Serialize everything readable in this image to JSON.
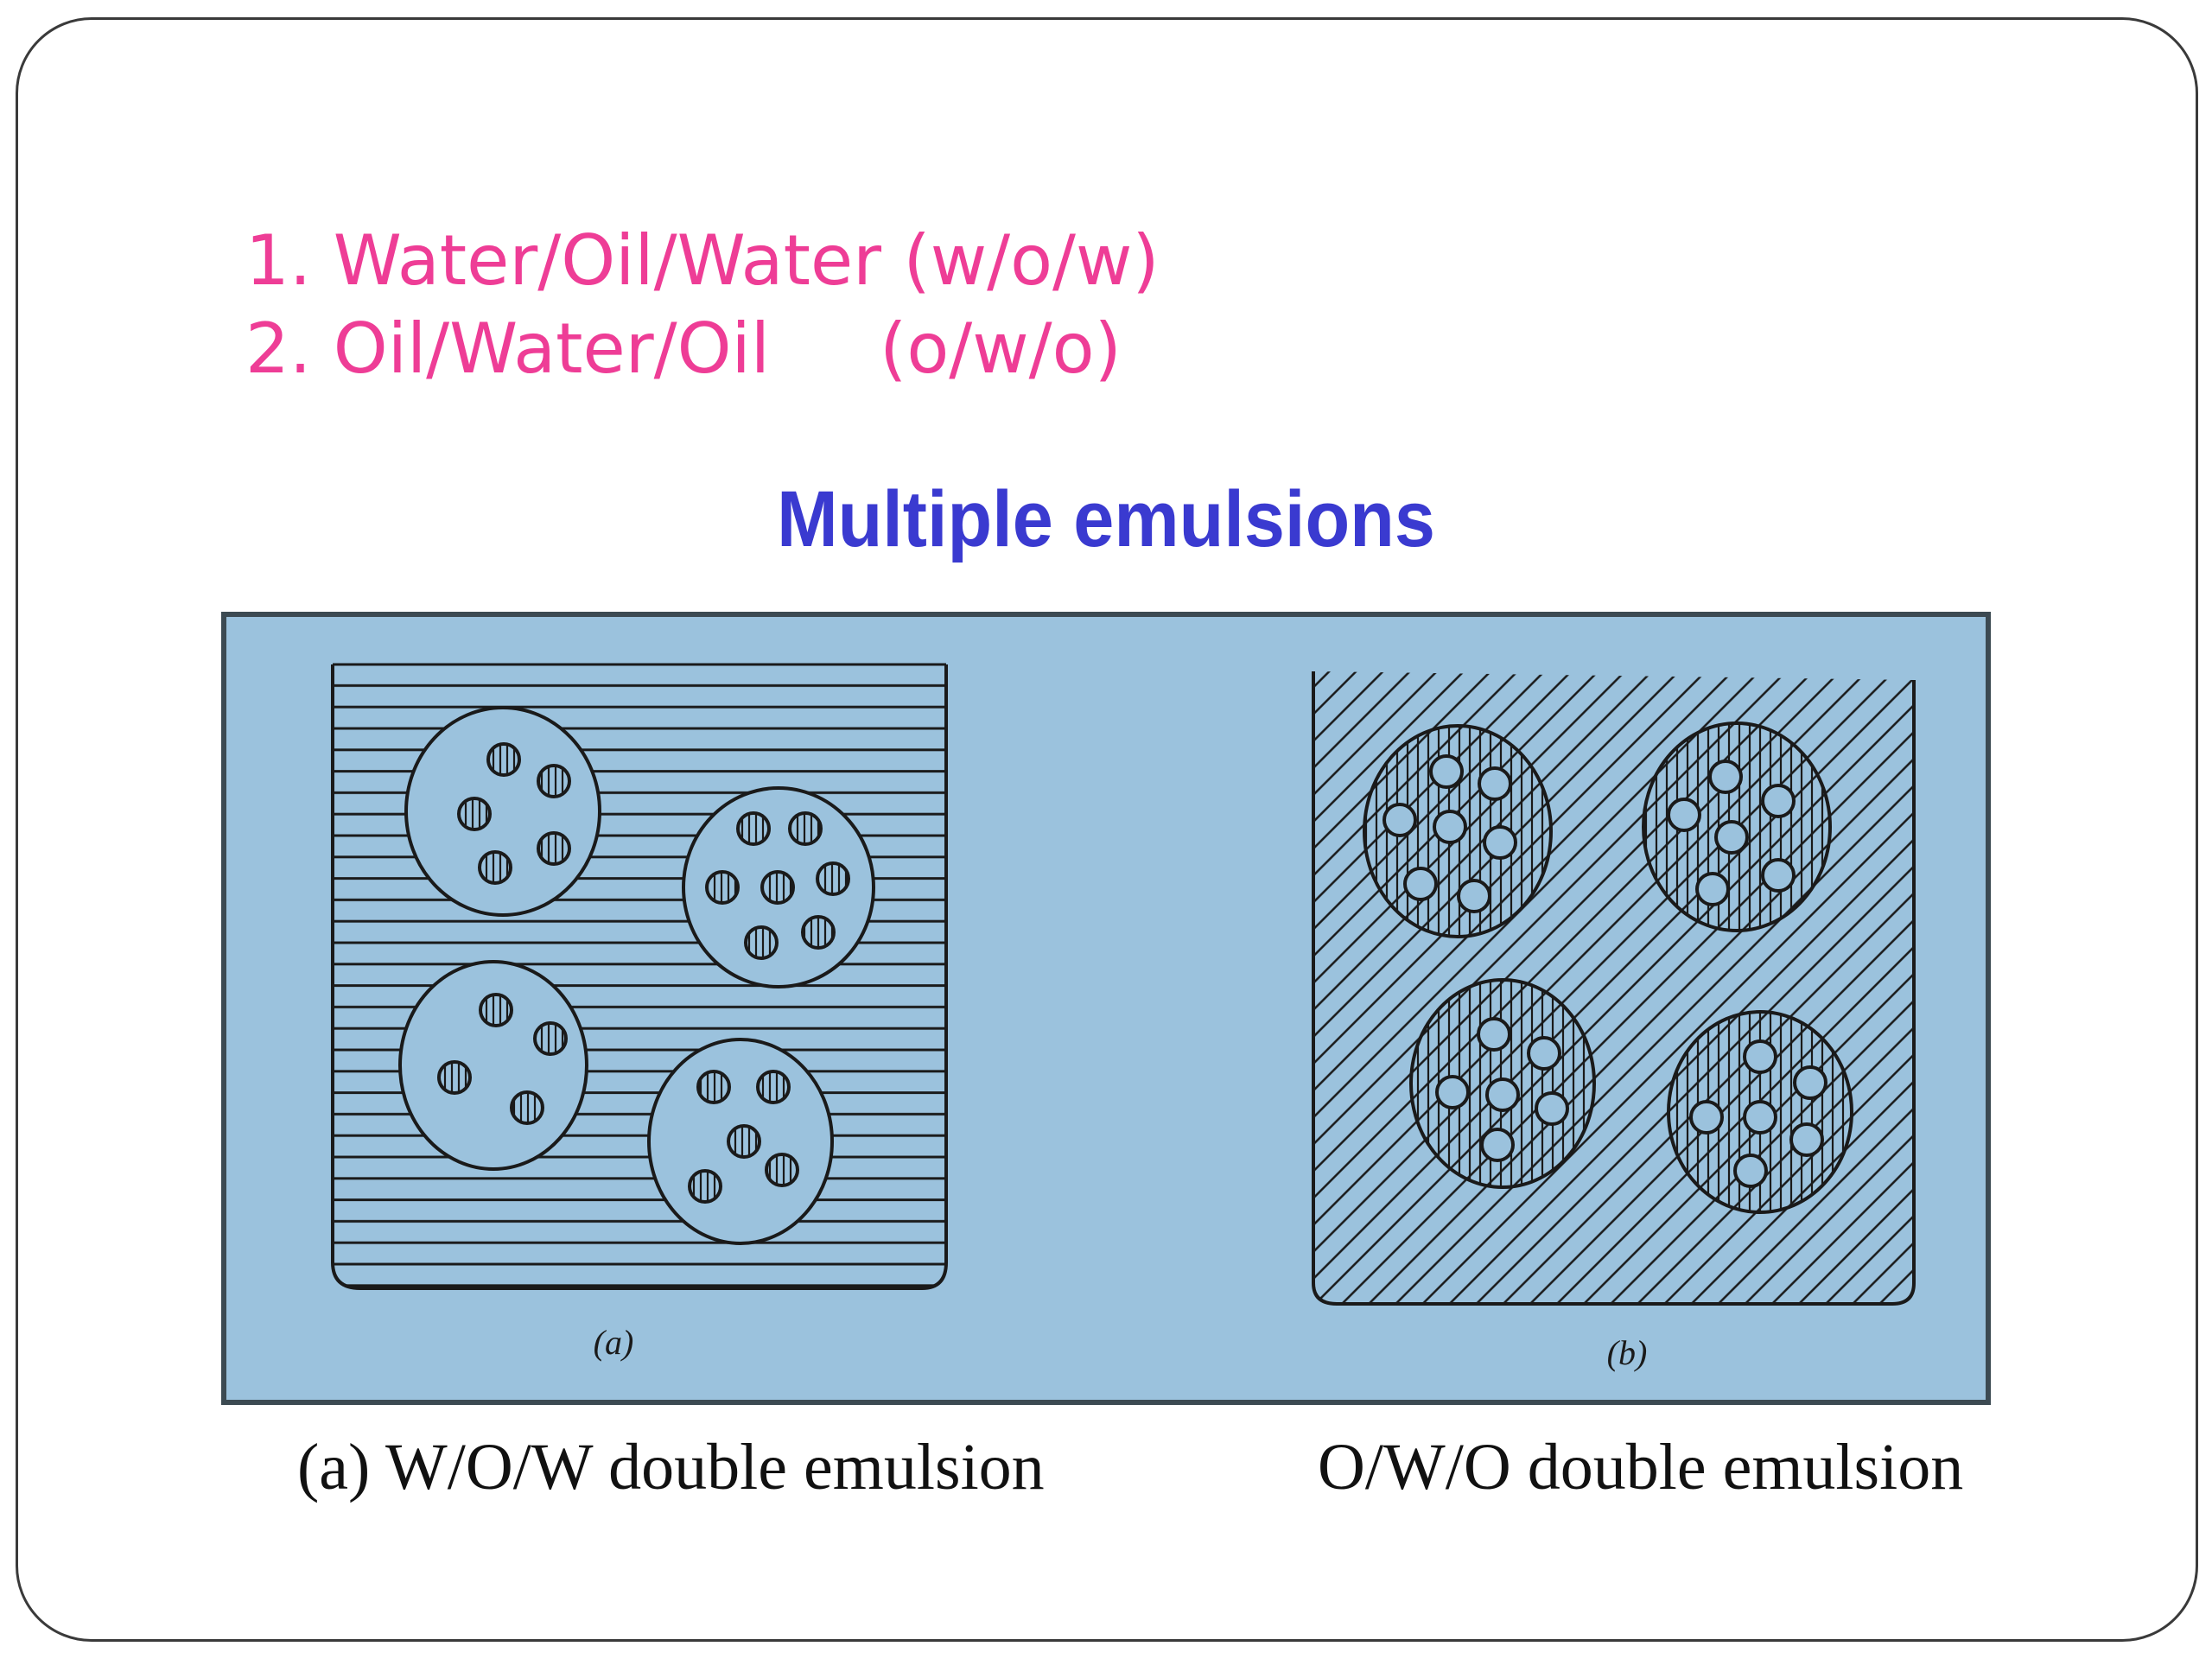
{
  "slide": {
    "list": [
      "1. Water/Oil/Water (w/o/w)",
      "2. Oil/Water/Oil     (o/w/o)"
    ],
    "heading": "Multiple emulsions",
    "figure": {
      "background": "#9bc2dd",
      "panel_a_label": "(a)",
      "panel_b_label": "(b)"
    },
    "captions": {
      "a": "(a) W/O/W double emulsion",
      "b": "O/W/O double emulsion"
    },
    "colors": {
      "list_text": "#ee3d96",
      "heading_text": "#3a3ad0"
    }
  }
}
